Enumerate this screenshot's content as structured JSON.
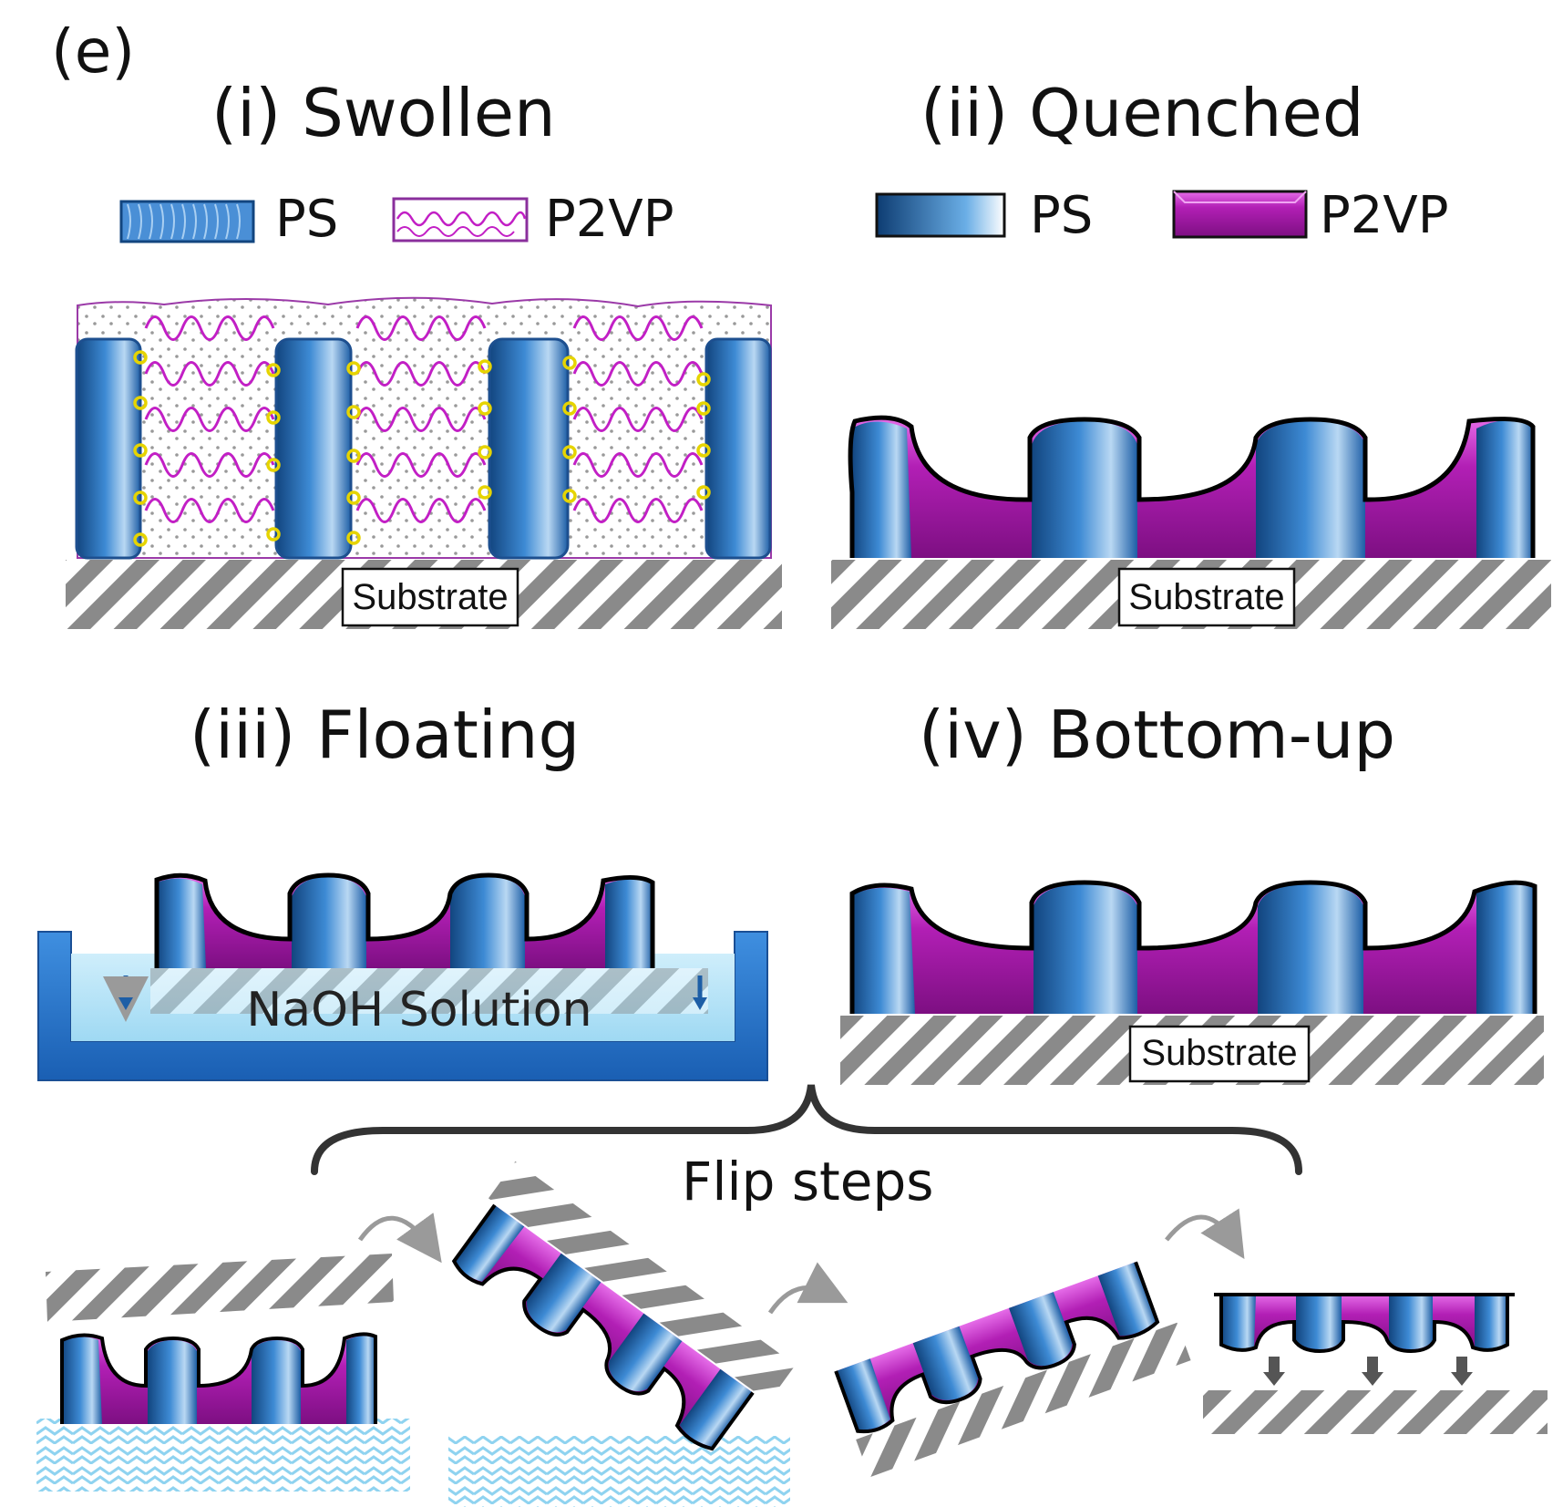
{
  "figure": {
    "panel_label": "(e)",
    "panels": [
      {
        "id": "i",
        "title": "(i) Swollen",
        "legend": [
          "PS",
          "P2VP"
        ],
        "substrate": "Substrate"
      },
      {
        "id": "ii",
        "title": "(ii) Quenched",
        "legend": [
          "PS",
          "P2VP"
        ],
        "substrate": "Substrate"
      },
      {
        "id": "iii",
        "title": "(iii) Floating",
        "solution": "NaOH Solution"
      },
      {
        "id": "iv",
        "title": "(iv) Bottom-up",
        "substrate": "Substrate"
      }
    ],
    "flip_label": "Flip steps",
    "colors": {
      "ps": "#2f6fc0",
      "p2vp": "#b21fb5",
      "substrate": "#8a8a8a",
      "dots": "#e6d400",
      "water": "#8fd3f0"
    }
  }
}
